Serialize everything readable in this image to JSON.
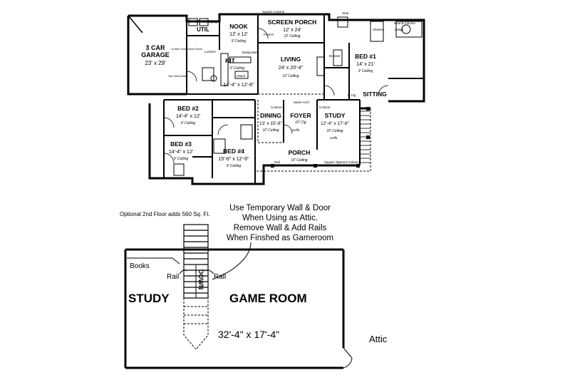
{
  "main_floor": {
    "rooms": {
      "garage": {
        "name_line1": "3 CAR",
        "name_line2": "GARAGE",
        "size": "23' x 29'"
      },
      "nook": {
        "name": "NOOK",
        "size": "12' x 12'",
        "ceiling": "9' Ceiling"
      },
      "util": {
        "name": "UTIL"
      },
      "screen_porch": {
        "name": "SCREEN PORCH",
        "size": "12' x 24'",
        "ceiling": "12' Ceiling"
      },
      "living": {
        "name": "LIVING",
        "size": "24' x 20'-4\"",
        "ceiling": "12' Ceiling"
      },
      "kit": {
        "name": "KIT",
        "size": "14'-4\" x 12'-6\"",
        "ceiling": "9' Ceiling"
      },
      "bed1": {
        "name": "BED #1",
        "size": "14' x 21'",
        "ceiling": "9' Ceiling"
      },
      "sitting": {
        "name": "SITTING"
      },
      "bed2": {
        "name": "BED #2",
        "size": "14'-4\" x 12'",
        "ceiling": "9' Ceiling"
      },
      "dining": {
        "name": "DINING",
        "size": "13' x 15'-8\"",
        "ceiling": "10' Ceiling"
      },
      "foyer": {
        "name": "FOYER",
        "ceiling": "10' Clg"
      },
      "study": {
        "name": "STUDY",
        "size": "12'-4\" x 17'-8\"",
        "ceiling": "10' Ceiling"
      },
      "bed3": {
        "name": "BED #3",
        "size": "14'-4\" x 12'",
        "ceiling": "9' Ceiling"
      },
      "bed4": {
        "name": "BED #4",
        "size": "15'-6\" x 12'-6\"",
        "ceiling": "9' Ceiling"
      },
      "porch": {
        "name": "PORCH",
        "ceiling": "10' Ceiling"
      }
    },
    "notes": {
      "hanging": "Hanging",
      "square_column": "Square Column",
      "french": "French",
      "seat": "Seat",
      "round_column": "Round Column",
      "ledge": "Ledge",
      "shelves": "Shelves",
      "lockers": "Lockers",
      "eating_bar": "Eating Bar",
      "island": "Island",
      "dresser": "Dresser",
      "attic_access": "To Attic Over Game Room",
      "opt_bsmt": "Opt. Bsmt Stairs",
      "column": "Column",
      "same_arch": "Same Arch",
      "soffit": "Soffit",
      "clg_9": "9' Clg",
      "rail": "Rail",
      "square_tapered_column": "Square Tapered Column"
    }
  },
  "upper_floor": {
    "optional_note": "Optional 2nd Floor adds 560 Sq. Ft.",
    "instruction": [
      "Use Temporary Wall & Door",
      "When Using as Attic.",
      "Remove Wall & Add Rails",
      "When Finshed as Gameroom"
    ],
    "books": "Books",
    "rail_left": "Rail",
    "rail_right": "Rail",
    "stair_label": "DOWN",
    "study": "STUDY",
    "game_room": "GAME ROOM",
    "dimensions": "32'-4\" x 17'-4\"",
    "attic": "Attic"
  }
}
